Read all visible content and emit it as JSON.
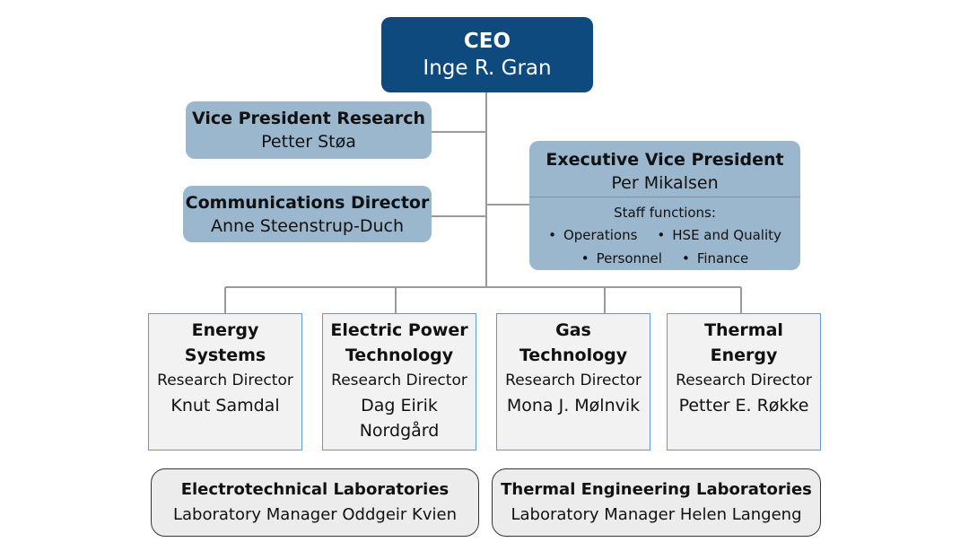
{
  "ceo": {
    "title": "CEO",
    "name": "Inge R. Gran"
  },
  "vp_research": {
    "title": "Vice President Research",
    "name": "Petter Støa"
  },
  "communications": {
    "title": "Communications Director",
    "name": "Anne Steenstrup-Duch"
  },
  "evp": {
    "title": "Executive Vice President",
    "name": "Per Mikalsen",
    "staff_label": "Staff functions:",
    "staff_row1": [
      "Operations",
      "HSE and Quality"
    ],
    "staff_row2": [
      "Personnel",
      "Finance"
    ]
  },
  "units": [
    {
      "title": "Energy\nSystems",
      "role": "Research Director",
      "name": "Knut Samdal"
    },
    {
      "title": "Electric Power\nTechnology",
      "role": "Research Director",
      "name": "Dag Eirik\nNordgård"
    },
    {
      "title": "Gas\nTechnology",
      "role": "Research Director",
      "name": "Mona J. Mølnvik"
    },
    {
      "title": "Thermal\nEnergy",
      "role": "Research Director",
      "name": "Petter E. Røkke"
    }
  ],
  "labs": [
    {
      "title": "Electrotechnical Laboratories",
      "manager": "Laboratory Manager Oddgeir Kvien"
    },
    {
      "title": "Thermal Engineering Laboratories",
      "manager": "Laboratory Manager Helen Langeng"
    }
  ],
  "colors": {
    "ceo_fill": "#0e4a7e",
    "staff_fill": "#9ab7cd",
    "unit_border": "#5b9bd5",
    "connector": "#9a9a9a"
  }
}
